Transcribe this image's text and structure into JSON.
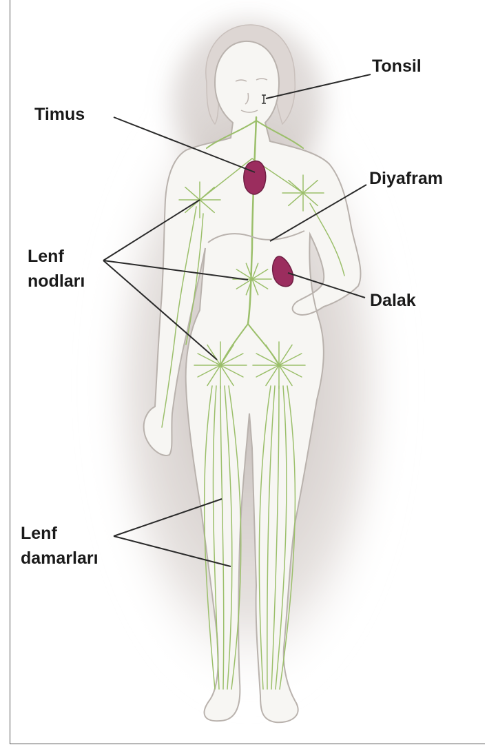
{
  "labels": {
    "tonsil": "Tonsil",
    "timus": "Timus",
    "diyafram": "Diyafram",
    "lenf_nodlari_1": "Lenf",
    "lenf_nodlari_2": "nodları",
    "dalak": "Dalak",
    "lenf_damarlari_1": "Lenf",
    "lenf_damarlari_2": "damarları"
  },
  "colors": {
    "lymph": "#9bbf6a",
    "organ": "#9b2d5e",
    "body_outline": "#b9b2ad",
    "leader_line": "#2a2a2a"
  }
}
